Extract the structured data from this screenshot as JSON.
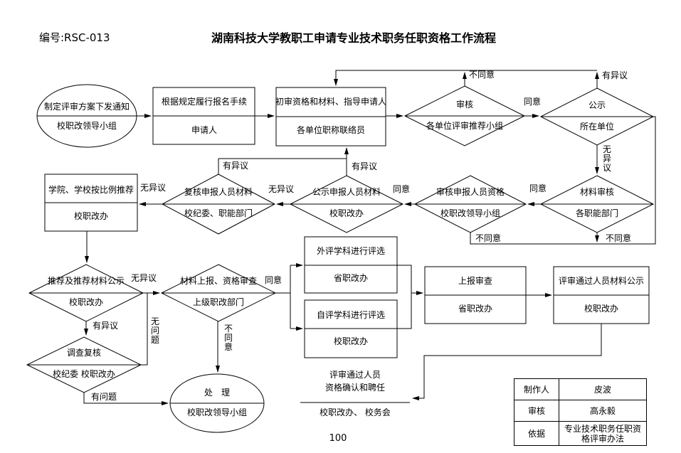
{
  "meta": {
    "code_label": "编号:RSC-013",
    "title": "湖南科技大学教职工申请专业技术职务任职资格工作流程",
    "page_number": "100"
  },
  "edge": {
    "agree": "同意",
    "disagree": "不同意",
    "objection": "有异议",
    "no_objection": "无异议",
    "no_problem": "无问题",
    "has_problem": "有问题"
  },
  "nodes": {
    "plan_notice": {
      "line1": "制定评审方案下发通知",
      "line2": "校职改领导小组"
    },
    "apply": {
      "line1": "根据规定履行报名手续",
      "line2": "申请人"
    },
    "initial_review": {
      "line1": "初审资格和材料、指导申请人",
      "line2": "各单位职称联络员"
    },
    "unit_review": {
      "line1": "审核",
      "line2": "各单位评审推荐小组"
    },
    "unit_publicity": {
      "line1": "公示",
      "line2": "所在单位"
    },
    "recommend_ratio": {
      "line1": "学院、学校按比例推荐",
      "line2": "校职改办"
    },
    "recheck_materials": {
      "line1": "复核申报人员材料",
      "line2": "校纪委、职能部门"
    },
    "publicize_materials": {
      "line1": "公示申报人员材料",
      "line2": "校职改办"
    },
    "review_qualification": {
      "line1": "审核申报人员资格",
      "line2": "校职改领导小组"
    },
    "material_review": {
      "line1": "材料审核",
      "line2": "各职能部门"
    },
    "recommend_publicity": {
      "line1": "推荐及推荐材料公示",
      "line2": "校职改办"
    },
    "submit_check": {
      "line1": "材料上报、资格审查",
      "line2": "上级职改部门"
    },
    "investigate": {
      "line1": "调查复核",
      "line2": "校纪委 校职改办"
    },
    "handle": {
      "line1": "处　理",
      "line2": "校职改领导小组"
    },
    "external_eval": {
      "line1": "外评学科进行评选",
      "line2": "省职改办"
    },
    "self_eval": {
      "line1": "自评学科进行评选",
      "line2": "校职改办"
    },
    "submit_review": {
      "line1": "上报审查",
      "line2": "省职改办"
    },
    "passed_publicity": {
      "line1": "评审通过人员材料公示",
      "line2": "校职改办"
    },
    "confirm_appoint": {
      "line1": "评审通过人员",
      "line1b": "资格确认和聘任",
      "line2": "校职改办、 校务会"
    }
  },
  "info_table": {
    "rows": [
      {
        "label": "制作人",
        "value": "皮波"
      },
      {
        "label": "审核",
        "value": "高永毅"
      },
      {
        "label": "依据",
        "value": "专业技术职务任职资格评审办法"
      }
    ]
  }
}
